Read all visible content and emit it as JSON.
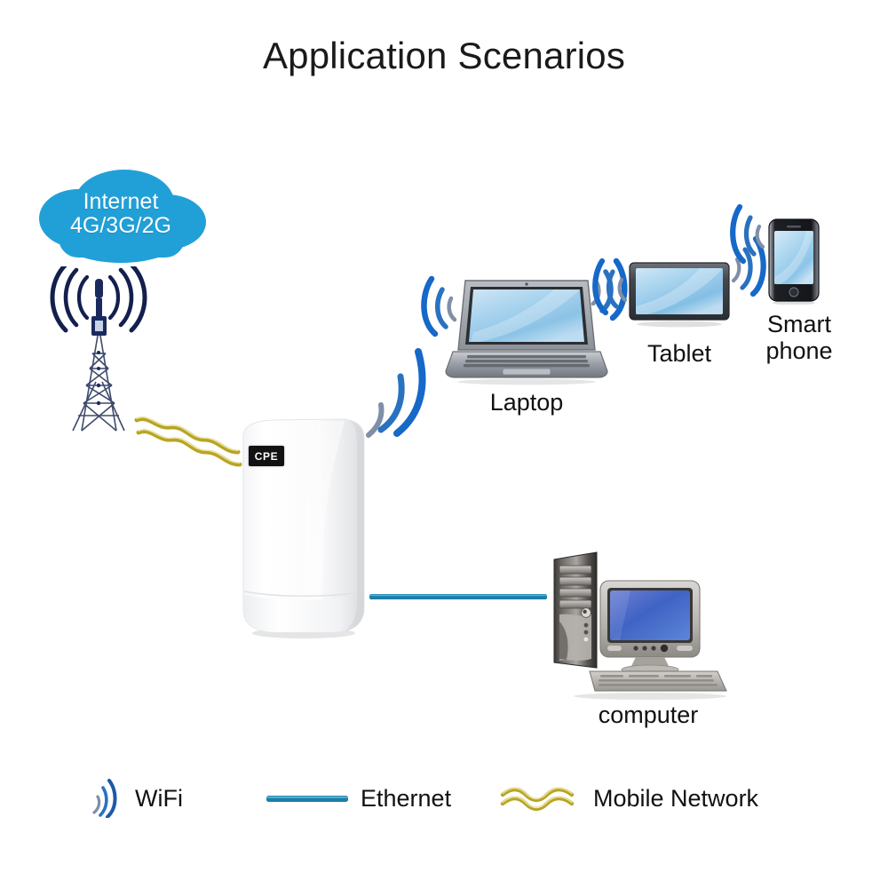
{
  "page": {
    "title": "Application Scenarios",
    "background_color": "#ffffff"
  },
  "colors": {
    "cloud_blue": "#21a0d8",
    "cloud_text": "#ffffff",
    "wifi_arc_blue": "#1a6fc4",
    "tower_navy": "#1b2a5e",
    "ethernet_blue": "#1a7fa8",
    "mobile_gold": "#b8a524",
    "label_text": "#111111",
    "title_text": "#1a1a1a",
    "badge_background": "#121212",
    "badge_text": "#ffffff"
  },
  "cloud": {
    "label": "Internet\n4G/3G/2G",
    "name": "internet-cloud"
  },
  "tower": {
    "name": "cell-tower",
    "signal_arcs": 3
  },
  "router": {
    "name": "cpe-router",
    "badge_label": "CPE",
    "wifi_arcs": 3
  },
  "devices": [
    {
      "id": "laptop",
      "label": "Laptop",
      "connection": "WiFi"
    },
    {
      "id": "tablet",
      "label": "Tablet",
      "connection": "WiFi"
    },
    {
      "id": "smart_phone",
      "label": "Smart\nphone",
      "connection": "WiFi"
    },
    {
      "id": "computer",
      "label": "computer",
      "connection": "Ethernet"
    }
  ],
  "links": [
    {
      "from": "tower",
      "to": "router",
      "type": "Mobile Network"
    },
    {
      "from": "router",
      "to": "laptop",
      "type": "WiFi"
    },
    {
      "from": "router",
      "to": "tablet",
      "type": "WiFi"
    },
    {
      "from": "router",
      "to": "smart_phone",
      "type": "WiFi"
    },
    {
      "from": "router",
      "to": "computer",
      "type": "Ethernet"
    }
  ],
  "legend": {
    "items": [
      {
        "icon": "wifi-arcs-icon",
        "label": "WiFi",
        "color": "#1a6fc4"
      },
      {
        "icon": "solid-line-icon",
        "label": "Ethernet",
        "color": "#1a7fa8"
      },
      {
        "icon": "wavy-lines-icon",
        "label": "Mobile Network",
        "color": "#b8a524"
      }
    ]
  }
}
